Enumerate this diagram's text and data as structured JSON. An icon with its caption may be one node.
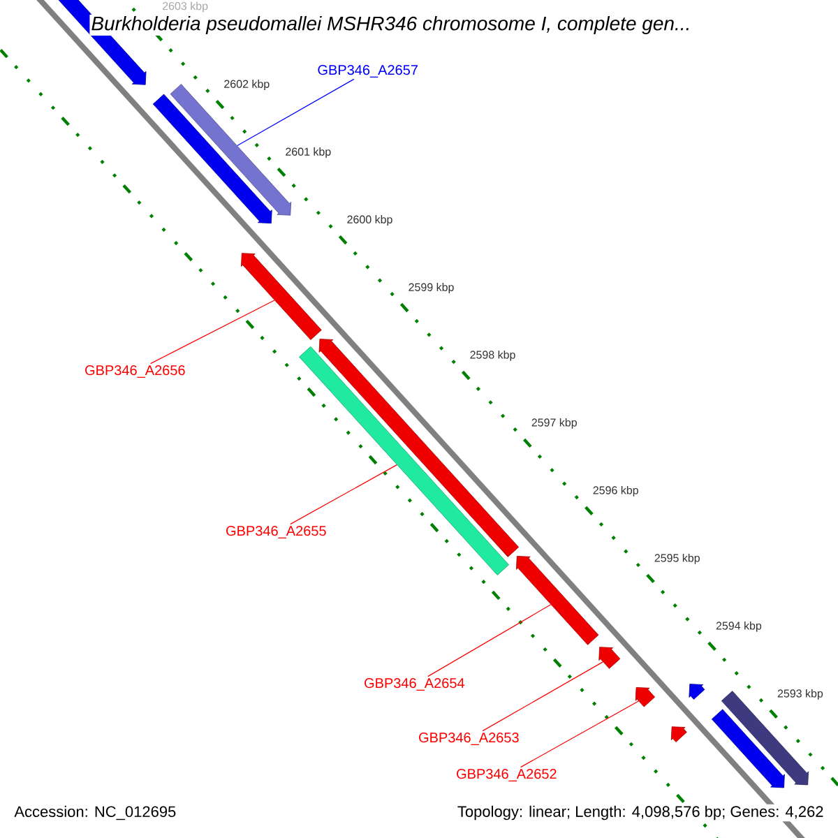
{
  "diagram": {
    "title": "Burkholderia pseudomallei MSHR346 chromosome I, complete gen...",
    "nodes": [
      {
        "text": [
          "GBP346_A2657"
        ]
      },
      {
        "text": [],
        "shape": "arrow"
      },
      {
        "text": [
          "GBP346_A2656"
        ]
      },
      {
        "text": [],
        "shape": "arrow"
      },
      {
        "text": [
          "GBP346_A2655"
        ]
      },
      {
        "text": [],
        "shape": "bar"
      },
      {
        "text": [
          "GBP346_A2654"
        ]
      },
      {
        "text": [],
        "shape": "arrow"
      },
      {
        "text": [
          "GBP346_A2653"
        ]
      },
      {
        "text": [],
        "shape": "arrow"
      },
      {
        "text": [
          "GBP346_A2652"
        ]
      },
      {
        "text": [],
        "shape": "arrow"
      },
      {
        "text": [],
        "shape": "arrow"
      },
      {
        "text": [],
        "shape": "arrow"
      },
      {
        "text": [],
        "shape": "arrow"
      },
      {
        "text": [],
        "shape": "arrow"
      },
      {
        "text": [],
        "shape": "arrow"
      },
      {
        "text": [],
        "shape": "arrow"
      },
      {
        "text": [],
        "shape": "arrow"
      }
    ],
    "edges": [
      {
        "from": 0,
        "to": 1,
        "arrow": "none",
        "color": "#0000ff"
      },
      {
        "from": 2,
        "to": 3,
        "arrow": "none"
      },
      {
        "from": 4,
        "to": 5,
        "arrow": "none"
      },
      {
        "from": 6,
        "to": 7,
        "arrow": "none"
      },
      {
        "from": 8,
        "to": 9,
        "arrow": "none"
      },
      {
        "from": 10,
        "to": 11,
        "arrow": "none"
      }
    ],
    "labels": [
      "2603 kbp",
      "2602 kbp",
      "2601 kbp",
      "2600 kbp",
      "2599 kbp",
      "2598 kbp",
      "2597 kbp",
      "2596 kbp",
      "2595 kbp",
      "2594 kbp",
      "2593 kbp",
      "Accession: NC_012695",
      "Topology: linear; Length: 4,098,576 bp; Genes: 4,262"
    ]
  }
}
